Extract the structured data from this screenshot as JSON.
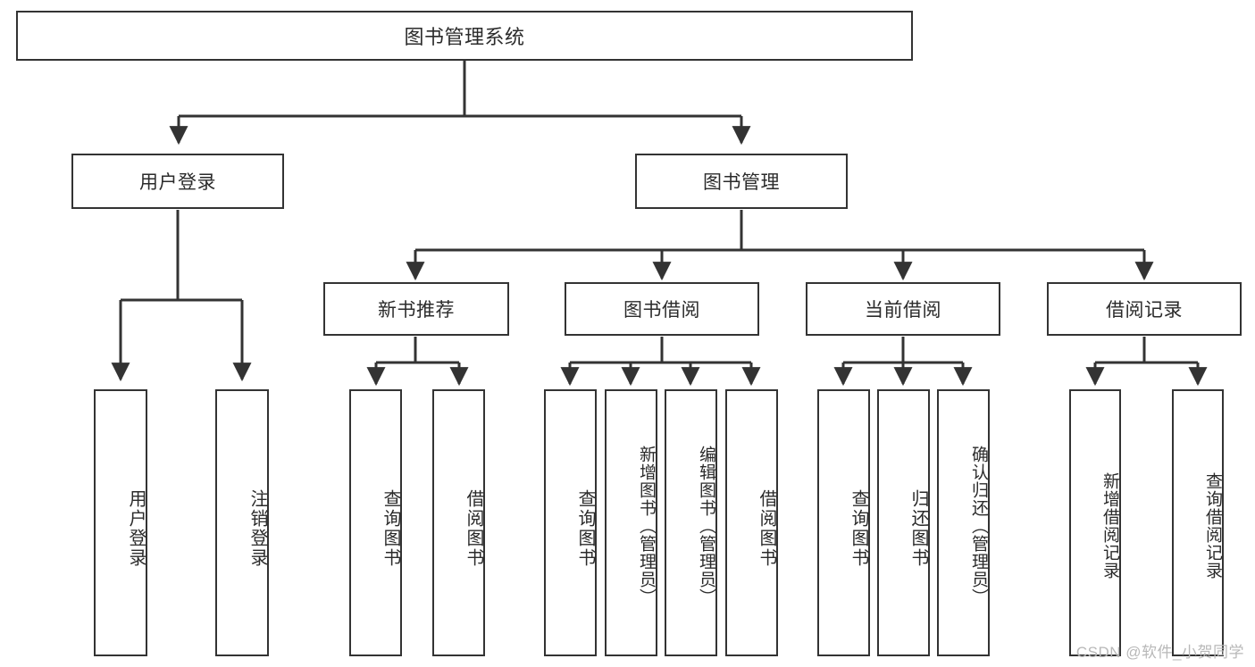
{
  "diagram": {
    "title": "图书管理系统",
    "type": "tree",
    "watermark": "CSDN @软件_小贺同学",
    "colors": {
      "box_border": "#333333",
      "box_fill": "#ffffff",
      "line": "#333333",
      "text": "#2b2b2b",
      "watermark": "#b8b8b8"
    },
    "root": {
      "label": "图书管理系统"
    },
    "level1": [
      {
        "id": "user-login",
        "label": "用户登录"
      },
      {
        "id": "book-management",
        "label": "图书管理"
      }
    ],
    "level2": [
      {
        "id": "new-book-recommend",
        "label": "新书推荐",
        "parent": "book-management"
      },
      {
        "id": "book-borrow",
        "label": "图书借阅",
        "parent": "book-management"
      },
      {
        "id": "current-borrow",
        "label": "当前借阅",
        "parent": "book-management"
      },
      {
        "id": "borrow-record",
        "label": "借阅记录",
        "parent": "book-management"
      }
    ],
    "leaves": {
      "user-login": [
        {
          "id": "leaf-user-login",
          "label": "用户登录"
        },
        {
          "id": "leaf-logout",
          "label": "注销登录"
        }
      ],
      "new-book-recommend": [
        {
          "id": "leaf-query-book-1",
          "label": "查询图书"
        },
        {
          "id": "leaf-borrow-book-1",
          "label": "借阅图书"
        }
      ],
      "book-borrow": [
        {
          "id": "leaf-query-book-2",
          "label": "查询图书"
        },
        {
          "id": "leaf-add-book",
          "label": "新增图书（管理员）"
        },
        {
          "id": "leaf-edit-book",
          "label": "编辑图书（管理员）"
        },
        {
          "id": "leaf-borrow-book-2",
          "label": "借阅图书"
        }
      ],
      "current-borrow": [
        {
          "id": "leaf-query-book-3",
          "label": "查询图书"
        },
        {
          "id": "leaf-return-book",
          "label": "归还图书"
        },
        {
          "id": "leaf-confirm-return",
          "label": "确认归还（管理员）"
        }
      ],
      "borrow-record": [
        {
          "id": "leaf-add-record",
          "label": "新增借阅记录"
        },
        {
          "id": "leaf-query-record",
          "label": "查询借阅记录"
        }
      ]
    }
  }
}
